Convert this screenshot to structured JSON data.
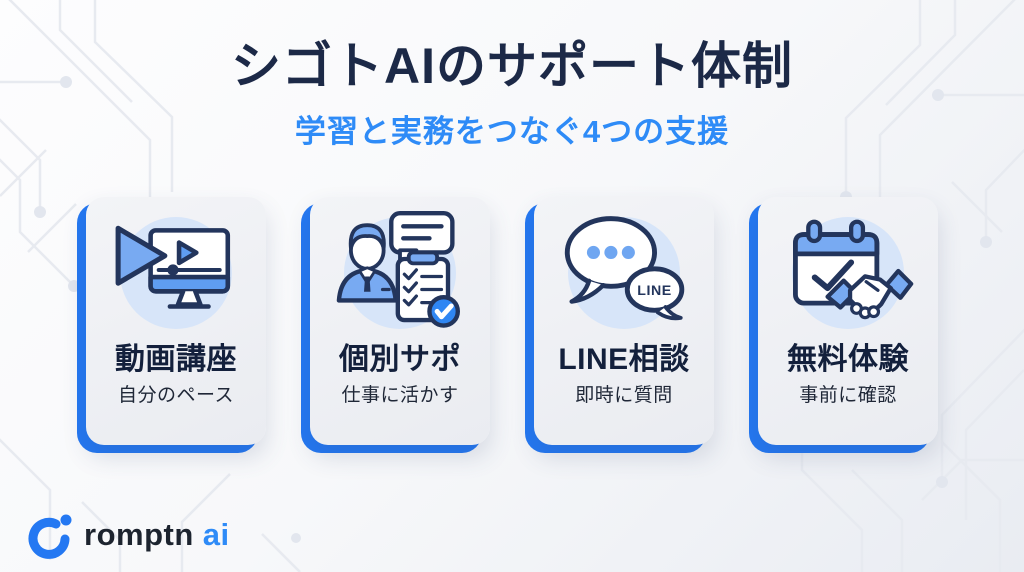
{
  "header": {
    "title": "シゴトAIのサポート体制",
    "subtitle": "学習と実務をつなぐ4つの支援"
  },
  "cards": [
    {
      "icon": "video-course-icon",
      "title": "動画講座",
      "subtitle": "自分のペース"
    },
    {
      "icon": "personal-support-icon",
      "title": "個別サポ",
      "subtitle": "仕事に活かす"
    },
    {
      "icon": "line-chat-icon",
      "title": "LINE相談",
      "subtitle": "即時に質問",
      "icon_label": "LINE"
    },
    {
      "icon": "free-trial-icon",
      "title": "無料体験",
      "subtitle": "事前に確認"
    }
  ],
  "footer": {
    "logo_text": "romptn",
    "logo_suffix": "ai"
  },
  "colors": {
    "accent_blue": "#2478f2",
    "title_navy": "#1c2947",
    "subtitle_blue": "#2e8bf7",
    "icon_circle_bg": "#d7e5f9",
    "icon_fill_blue": "#78aaf2",
    "icon_outline_navy": "#23355c",
    "card_bg": "#eef0f4",
    "circuit_line": "#e7eaf0"
  }
}
